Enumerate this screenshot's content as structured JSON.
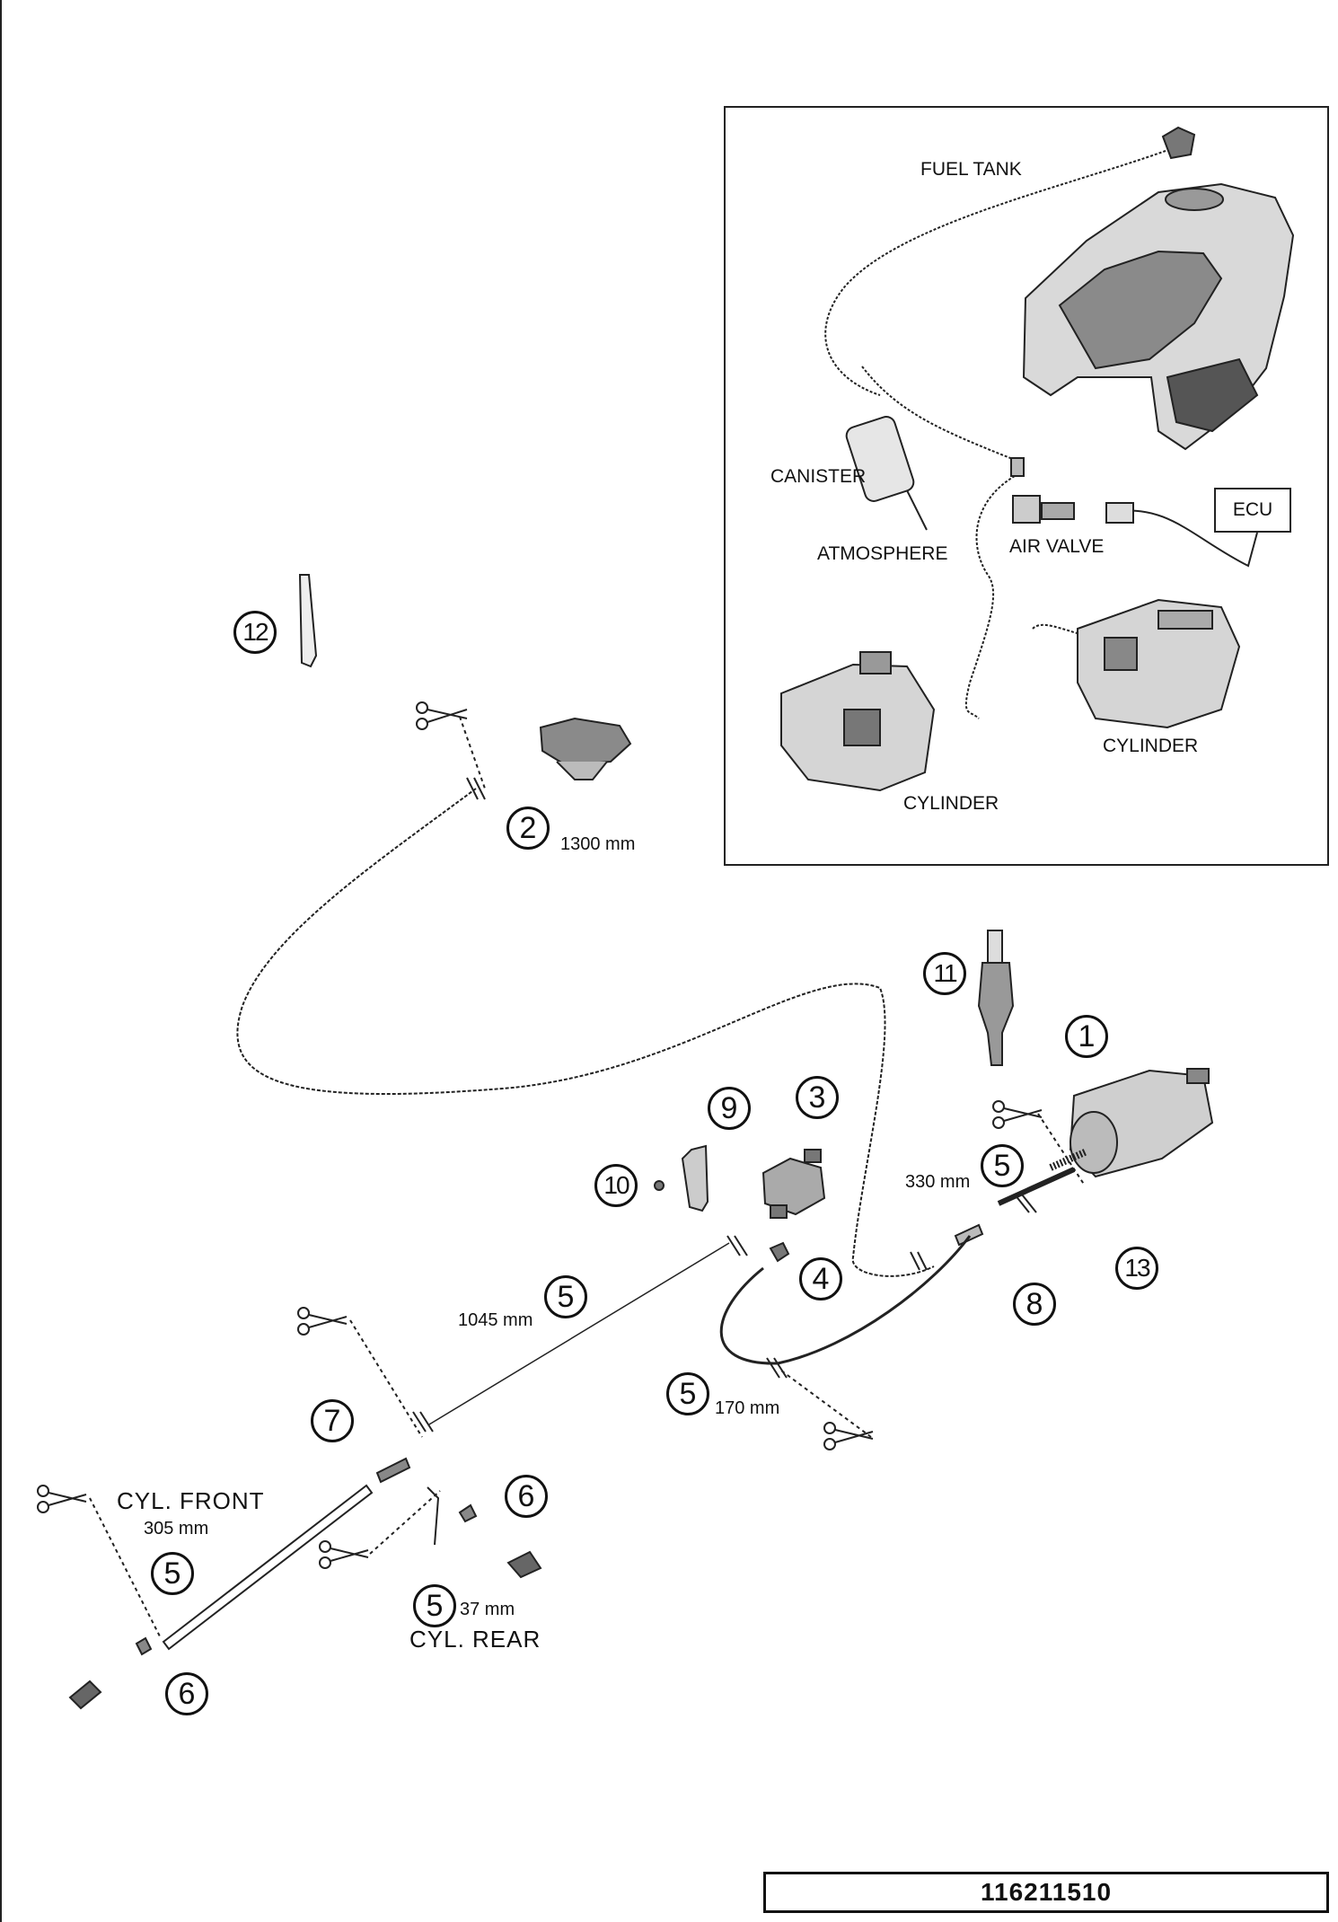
{
  "inset": {
    "fuel_tank": "FUEL TANK",
    "canister": "CANISTER",
    "atmosphere": "ATMOSPHERE",
    "air_valve": "AIR VALVE",
    "ecu": "ECU",
    "cylinder_right": "CYLINDER",
    "cylinder_left": "CYLINDER"
  },
  "callouts": {
    "c1": "1",
    "c2": "2",
    "c3": "3",
    "c4": "4",
    "c5_330": "5",
    "c5_1045": "5",
    "c5_170": "5",
    "c5_305": "5",
    "c5_37": "5",
    "c6_right": "6",
    "c6_left": "6",
    "c7": "7",
    "c8": "8",
    "c9": "9",
    "c10": "10",
    "c11": "11",
    "c12": "12",
    "c13": "13"
  },
  "measurements": {
    "m1300": "1300 mm",
    "m330": "330 mm",
    "m1045": "1045 mm",
    "m170": "170 mm",
    "m305": "305 mm",
    "m37": "37 mm"
  },
  "cyl_labels": {
    "front": "CYL. FRONT",
    "rear": "CYL. REAR"
  },
  "footer": {
    "part_number": "116211510"
  }
}
